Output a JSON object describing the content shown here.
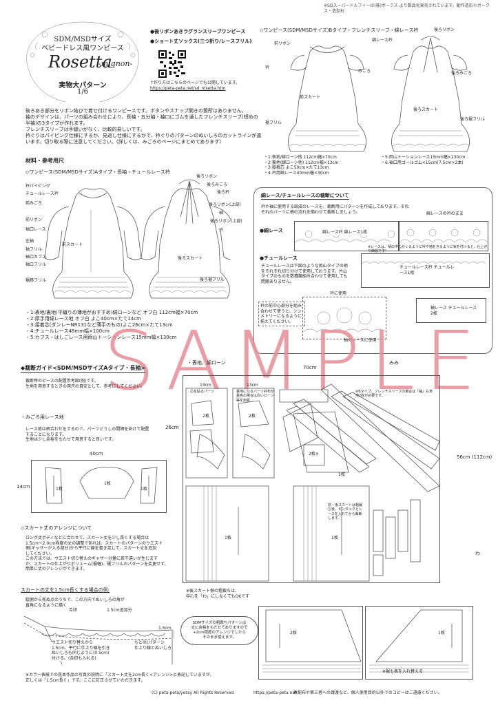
{
  "header": {
    "copyright_note": "※SDスーパードルフィーは(株)ボークス より製品化発売されています。創作造形©ボークス・造型村",
    "size_label": "SDM/MSDサイズ",
    "dress_name_jp": "ベビードレス風ワンピース",
    "title_main": "Rosetta",
    "title_sub": "-mignon-",
    "pattern_label": "実物大パターン",
    "page_no": "1/6",
    "items": [
      "●後リボンあきラグランスリーブワンピース",
      "●ショート丈ソックス(三つ折り/レースフリル)"
    ],
    "qr_note": "↑作り方はこちらのページでも公開しています。",
    "url": "https://peta-peta.net/sd_rosetta.htm"
  },
  "intro": {
    "lines": [
      "後ろあき部分をリボン結びで着せ付けるワンピースです。ボタンやスナップ開きの箇所はありません。",
      "袖のデザインは、パーツの組み合わせにより、長袖・五分袖・袖口にゴムを通したフレンチスリーブ(短めの",
      "半袖)の3タイプが作れます。",
      "フレンチスリーブは手縫いがなく、比較的易しいです。",
      "衿ぐりはパイピング仕様にするか、見返し仕様にするかで、衿ぐりのパターンのぬいしろのカットラインが違",
      "います。切り取る際に注意してください。(詳しくは、みごろのページにまとめてあります)"
    ]
  },
  "materials": {
    "heading": "材料・参考用尺",
    "dress_a_title": "◇ワンピース(SDM/MSDサイズ)Aタイプ・長袖・チュールレース衿",
    "labels_a": [
      "衿パイピング",
      "チュールレース衿",
      "前みごろ",
      "前リボン",
      "袖口レース",
      "左袖",
      "袖フリル",
      "前スカート",
      "袖口カフス",
      "袖口フリル",
      "裾飾フリル",
      "後ろリボン",
      "後ろみごろ",
      "後ろ衿",
      "後ろリボン(上部)",
      "袖",
      "後ろリボン(上部)",
      "衿",
      "後ろスカート",
      "後ろ裾フリル"
    ],
    "dress_a_list": [
      "・1:表地/裏地(平織りの薄地がおすすめ)綿ローンなど オフ白 112cm幅×70cm",
      "・2:厚手用綿レース地 オフ白 よこ40cm×たて14cm",
      "・3:接着芯(ダンレーNR131など薄手のもの)よこ26cm×たて13cm",
      "・4:チュールレース48mm幅×100cm",
      "・5:カフス・はしごレース用両山トーションレース15mm幅×130cm"
    ],
    "dress_b_title": "◇ワンピース(SDM/MSDサイズ)Bタイプ・フレンチスリーブ・綿レース衿",
    "labels_b": [
      "前リボン",
      "衿",
      "後ろリボン",
      "前スカート",
      "綿レース衿",
      "みごろ",
      "裾フリル",
      "後ろみごろ",
      "後ろスカート",
      "後ろ裾フリル"
    ],
    "dress_b_list": [
      "・1:表地/綿ローン他 112cm幅×70cm",
      "・2:裏地(綿ローン他) 112cm幅×13cm",
      "・3:接着芯 よこ50cm×たて13cm",
      "・4:衿用綿レース40mm幅×30cm"
    ],
    "dress_b_list2": [
      "・5:両山トーションレース15mm幅×130cm",
      "・6:袖口用ゴールゴム×15cm(7.5cm×2本)"
    ]
  },
  "lace_box": {
    "title": "綿レース/チュールレースの裁断について",
    "intro": "衿や袖に使用する既成のレースを、裁断用にパターンを作成しております。それぞれのパーツに柄の流れを揃わせて裁断しましょう。",
    "cotton_label": "●綿レース",
    "cotton_note": "綿レースの衿のまま",
    "cotton_part": "綿レース衿 綿レース1枚",
    "tulle_label": "●チュールレース",
    "tulle_desc": "チュールレースは下図のような両山タイプの柄をそれぞれ切り分けて使用しております。片山タイプのものを数種類組み合わせて使用しても問題ありません。",
    "use_label": "衿に使用",
    "tulle_note": "衿の前中心部分を組み合わせて使うと、シンメトリーになるように揃えてください。",
    "tulle_part1": "チュールレース衿 チュールレース1枚",
    "tulle_part2": "袖レース チュールレース2枚",
    "sleeve_use": "袖のレースに使用",
    "star_note": "※レースは、柄の中心がくるように衿や袖をきるように気を付けると、仕上がり綺麗です!"
  },
  "sample_text": "SAMPLE",
  "cutting": {
    "title": "◆裁断ガイド<SDM/MSDサイズAタイプ・長袖>",
    "title_right": "・表地、綿ローン",
    "desc_lines": [
      "裁断時のピースの配置参考図(例)です。",
      "生地を用意するときの用尺の目安として、参考にしてください。"
    ],
    "lace_section": "・みごろ用レース地",
    "lace_desc": [
      "レース地は柄合わせをするので、パーツどうしの間隔をあけて配置",
      "することになります。",
      "生地は少し余裕をもたせて用意すると良いです。"
    ],
    "lace_width": "40cm",
    "lace_height": "14cm",
    "lace_piece_label": "1枚",
    "fabric_width": "70cm",
    "fabric_height": "56cm (112cm)",
    "mimi": "みみ",
    "wa": "わ",
    "dim_13a": "13cm",
    "dim_13b": "13cm",
    "dim_26": "26cm",
    "interfacing_note": "芯を貼るパーツ",
    "lining_note": "裏地になるパーツ衿布が裏色の場合は白いローン等を用意",
    "b_type_note": "※Bタイプ、フレンチスリーブの場合は「袖」も表地2枚が必要です。",
    "skirt_note": "前・後スカートは粗裁ち後、ピンタックとレースを入れてから裁断します。",
    "pcs_1": "1枚",
    "pcs_2": "2枚",
    "pcs_2x": "2枚×",
    "skirt_arrange_title": "◇スカート丈のアレンジについて",
    "skirt_arrange": [
      "ロング丈ボディなどに合わせて、スカート丈を少し長くする場合は",
      "1.5cm〜2.0cm程度の丈の調整であれば、スカートのパターンのウエスト",
      "側(ギャザーが入る部分)から平行に線を書き足して、スカート丈を追加",
      "してください。",
      "この方法では、ウエスト切り替えのギャザー分量に若干違いが生じます",
      "が、スカートの仕上がりボリューム(裾幅)、裾フリルのパターンを変更せず、",
      "簡単に丈のアレンジができます。"
    ],
    "example_title": "スカートの丈を1.5cm長くする場合の例:",
    "example_lines": [
      "脇側から死ぬ点のうちで、この方向でぬいしろの角が",
      "直角になるように描く"
    ],
    "gouin": "合印",
    "add_15": "1.5cm追加分",
    "waist_note": [
      "ウエスト切り替えから",
      "1.5cm、平行に仕上り線を引き",
      "ぬいしろも同じように(0.5cm)",
      "付ける。(合印も入れる)"
    ],
    "orig_note": [
      "もとの(パターン",
      "仕上り線とぬいしろ"
    ],
    "len_15": "1.5cm",
    "back_note": [
      "※後スカート側の粗裁ちは、",
      "中心を「わ」にしなくてもOKです"
    ],
    "sdm_note": [
      "SDMサイズの粗裁ちパターンは",
      "丈に余裕をもたせてありますので",
      "+2cm程度のアレンジでしたら",
      "そのまま使えます。"
    ],
    "hem_note": "※裾も表を入れ替える",
    "color_note": [
      "※カラー表紙での見本作品の写真の説明に「スカート丈を2cm長く<アレンジ>と表記していますが、",
      "正しくは「1.5cm長く」です。ここに訂正させていただきます。"
    ]
  },
  "footer": {
    "copyright": "(C) peta-peta/yossy All Rights Reserved.",
    "url": "https://peta-peta.net",
    "note": "再配布や第三者への譲渡など、個人使用目的以外でのコピーはご遠慮ください。"
  }
}
